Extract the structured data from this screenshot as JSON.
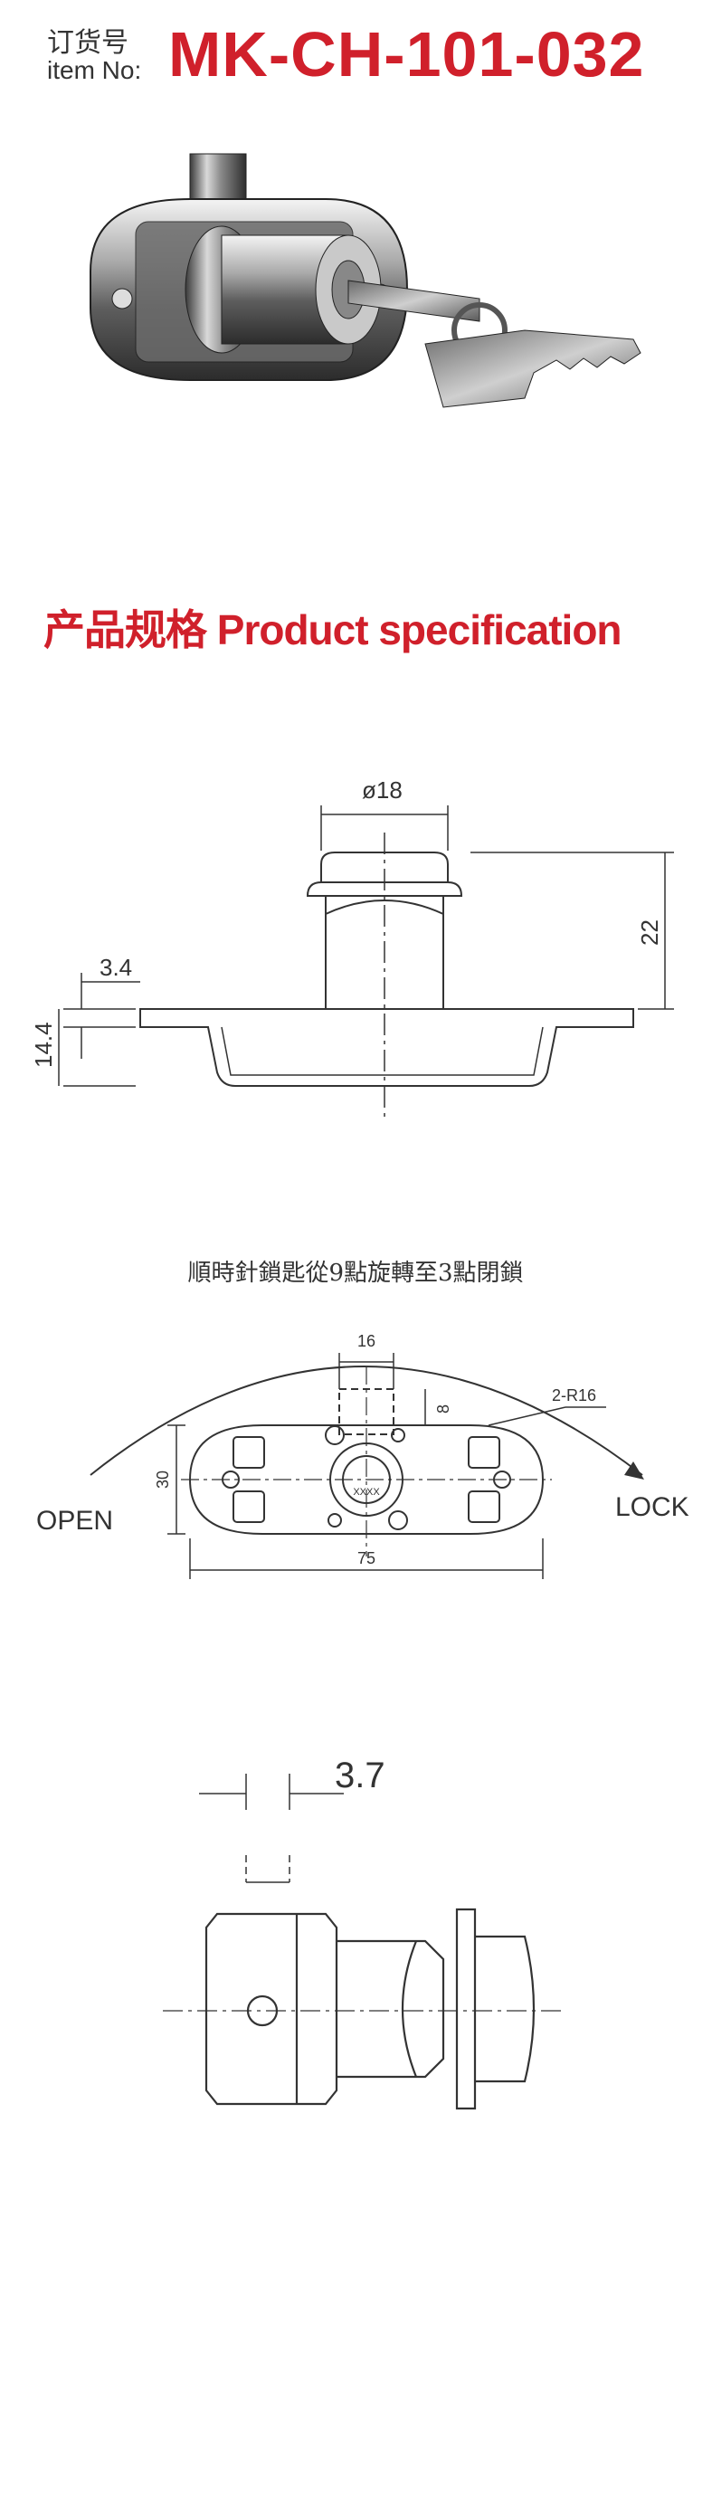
{
  "header": {
    "label_cn": "订货号",
    "label_en": "item No:",
    "item_number": "MK-CH-101-032"
  },
  "spec_heading": "产品规格 Product specification",
  "drawing_side": {
    "dim_diameter": "ø18",
    "dim_height": "22",
    "dim_flange": "3.4",
    "dim_body": "14.4"
  },
  "drawing_front": {
    "caption": "順時針鎖匙從9點旋轉至3點閉鎖",
    "open_label": "OPEN",
    "lock_label": "LOCK",
    "dim_bolt_width": "16",
    "dim_bolt_travel": "8",
    "dim_radius": "2-R16",
    "dim_height": "30",
    "dim_width": "75",
    "key_code": "XXXX"
  },
  "drawing_top": {
    "dim_offset": "3.7"
  },
  "colors": {
    "accent_red": "#d0202b",
    "line_dark": "#333333"
  }
}
